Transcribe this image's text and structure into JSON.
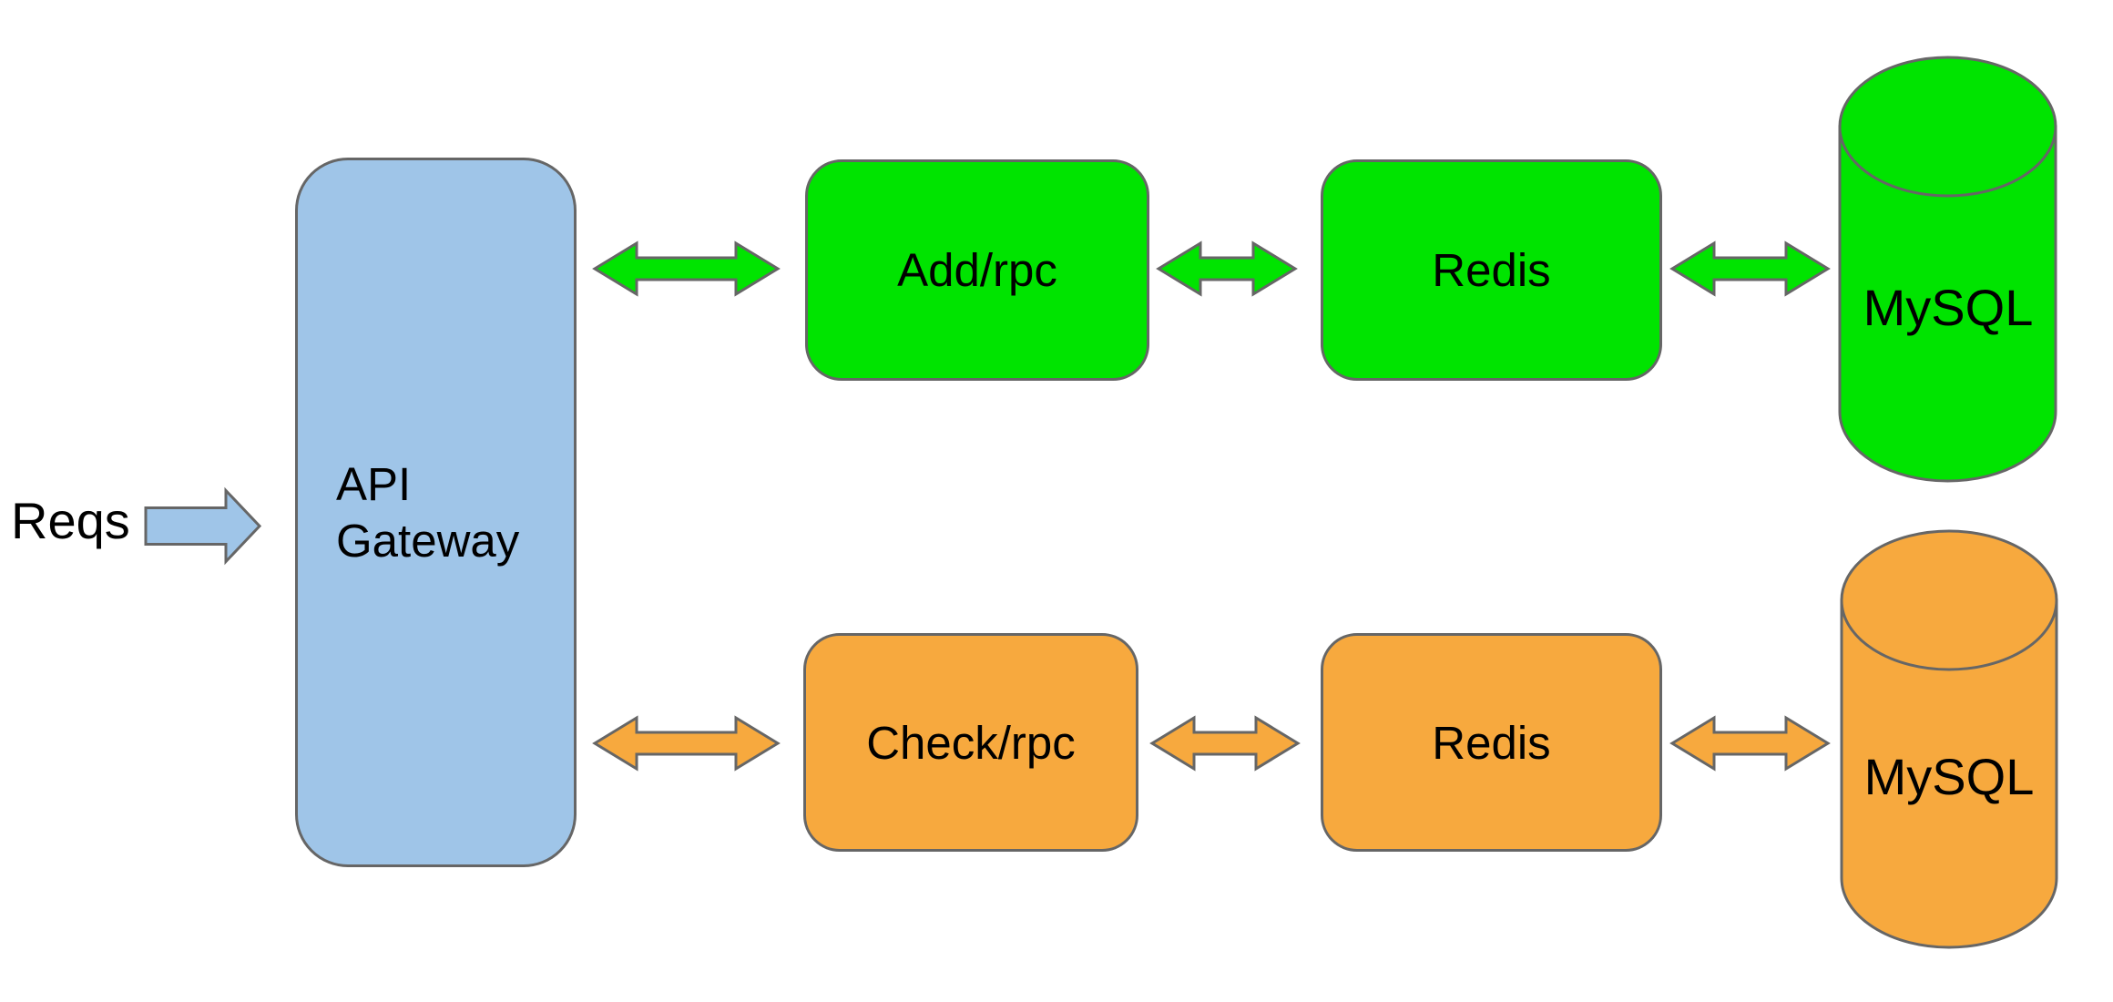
{
  "colors": {
    "blue": "#9fc5e8",
    "green": "#00e400",
    "orange": "#f7a93e",
    "stroke": "#666666",
    "text": "#000000",
    "background": "#ffffff"
  },
  "nodes": {
    "reqs_label": "Reqs",
    "api_gateway": {
      "line1": "API",
      "line2": "Gateway"
    },
    "add_flow": {
      "service": "Add/rpc",
      "cache": "Redis",
      "db": "MySQL"
    },
    "check_flow": {
      "service": "Check/rpc",
      "cache": "Redis",
      "db": "MySQL"
    }
  }
}
